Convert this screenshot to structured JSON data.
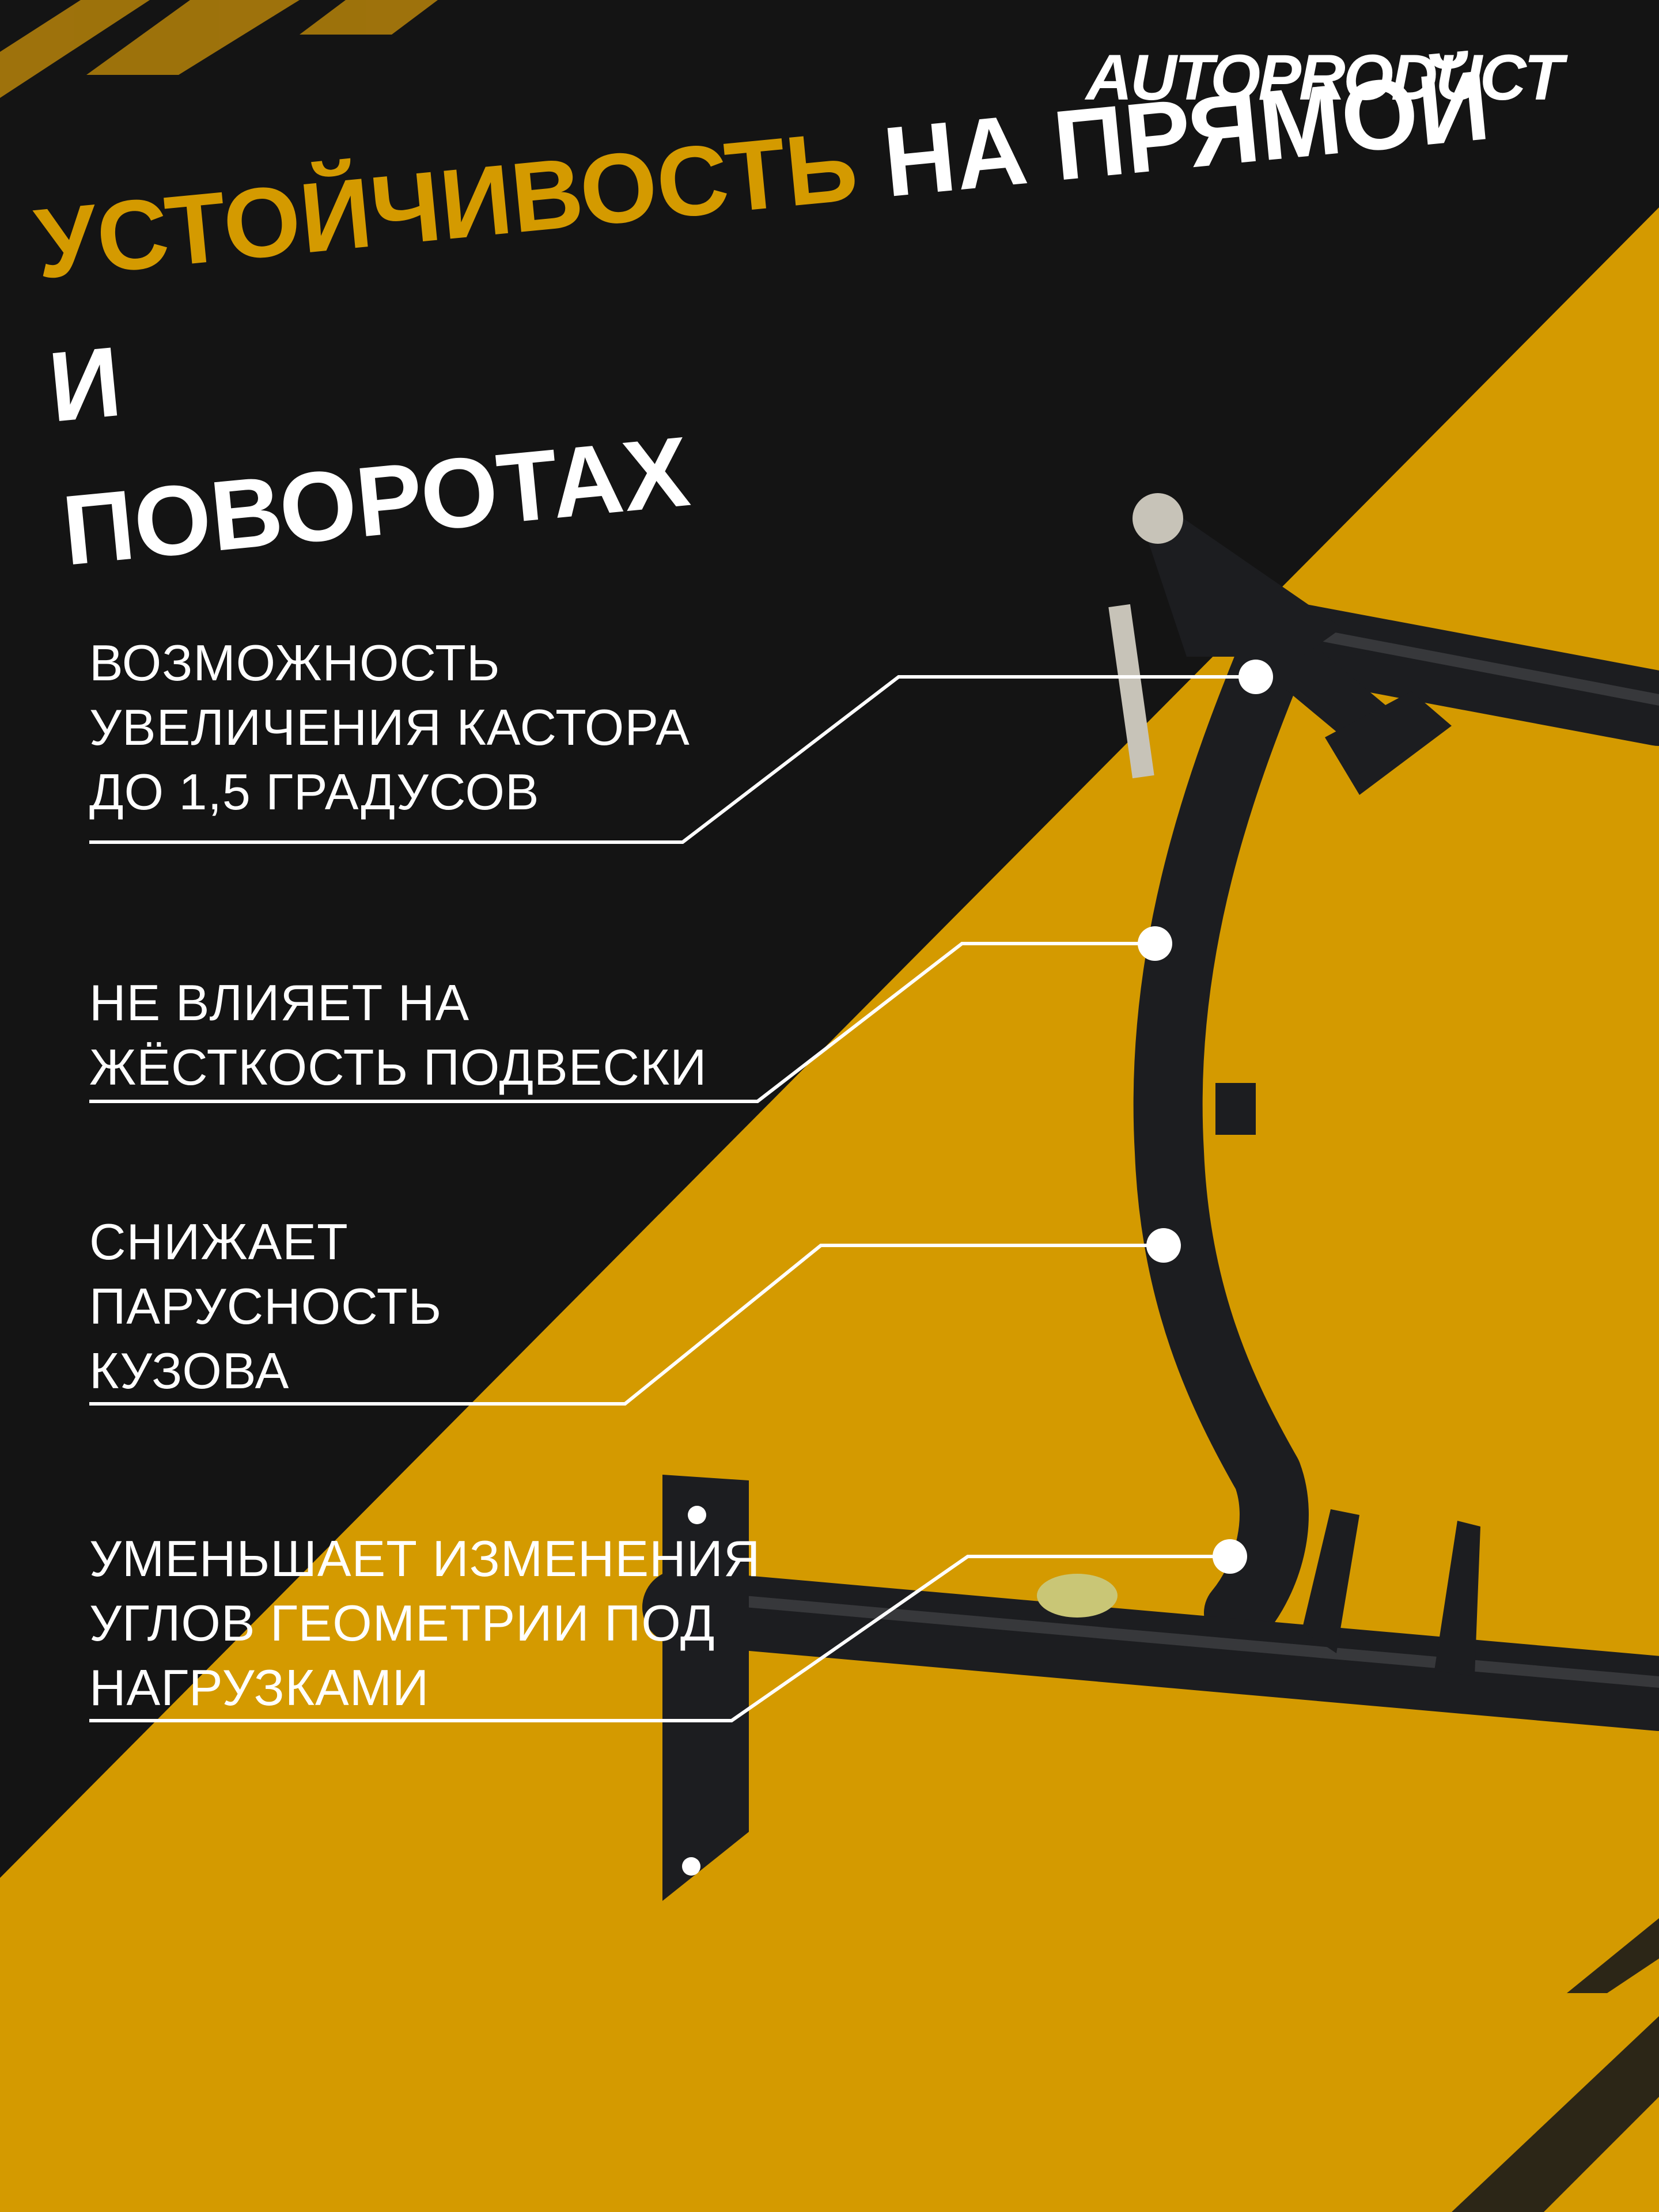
{
  "brand": {
    "logo_text": "AUTOPRODUCT"
  },
  "headline": {
    "accent_word": "УСТОЙЧИВОСТЬ",
    "line1_rest": "НА ПРЯМОЙ И",
    "line2": "ПОВОРОТАХ"
  },
  "features": [
    {
      "lines": [
        "ВОЗМОЖНОСТЬ",
        "УВЕЛИЧЕНИЯ КАСТОРА",
        "ДО 1,5 ГРАДУСОВ"
      ]
    },
    {
      "lines": [
        "НЕ ВЛИЯЕТ НА",
        "ЖЁСТКОСТЬ ПОДВЕСКИ"
      ]
    },
    {
      "lines": [
        "СНИЖАЕТ",
        "ПАРУСНОСТЬ",
        "КУЗОВА"
      ]
    },
    {
      "lines": [
        "УМЕНЬШАЕТ ИЗМЕНЕНИЯ",
        "УГЛОВ ГЕОМЕТРИИ ПОД",
        "НАГРУЗКАМИ"
      ]
    }
  ],
  "colors": {
    "background_dark": "#141414",
    "accent_yellow": "#d49a00",
    "text_white": "#ffffff",
    "frame_black": "#1c1d20"
  },
  "image": {
    "product": "black steel tubular subframe bracket with bolts"
  }
}
